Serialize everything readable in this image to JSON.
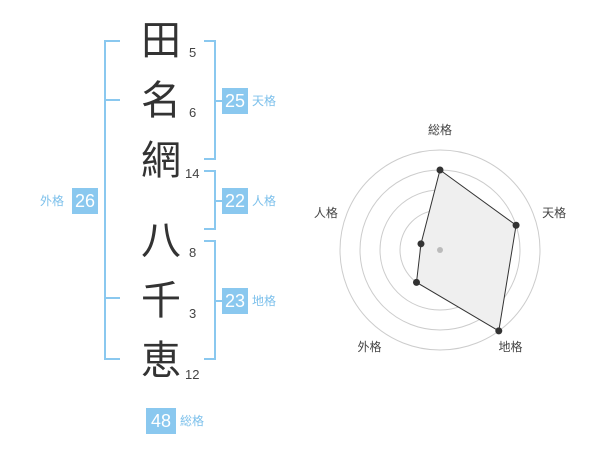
{
  "name": {
    "surname": [
      {
        "char": "田",
        "strokes": "5"
      },
      {
        "char": "名",
        "strokes": "6"
      },
      {
        "char": "網",
        "strokes": "14"
      }
    ],
    "given": [
      {
        "char": "八",
        "strokes": "8"
      },
      {
        "char": "千",
        "strokes": "3"
      },
      {
        "char": "恵",
        "strokes": "12"
      }
    ]
  },
  "fortunes": {
    "tenkaku": {
      "value": "25",
      "label": "天格"
    },
    "jinkaku": {
      "value": "22",
      "label": "人格"
    },
    "chikaku": {
      "value": "23",
      "label": "地格"
    },
    "gaikaku": {
      "value": "26",
      "label": "外格"
    },
    "soukaku": {
      "value": "48",
      "label": "総格"
    }
  },
  "colors": {
    "accent": "#8ac8ef",
    "label": "#7cc0eb"
  },
  "chart_data": {
    "type": "radar",
    "axes": [
      "総格",
      "天格",
      "地格",
      "外格",
      "人格"
    ],
    "values": [
      4,
      4,
      5,
      2,
      1
    ],
    "rmax": 5,
    "rings": 5,
    "grid": true
  }
}
